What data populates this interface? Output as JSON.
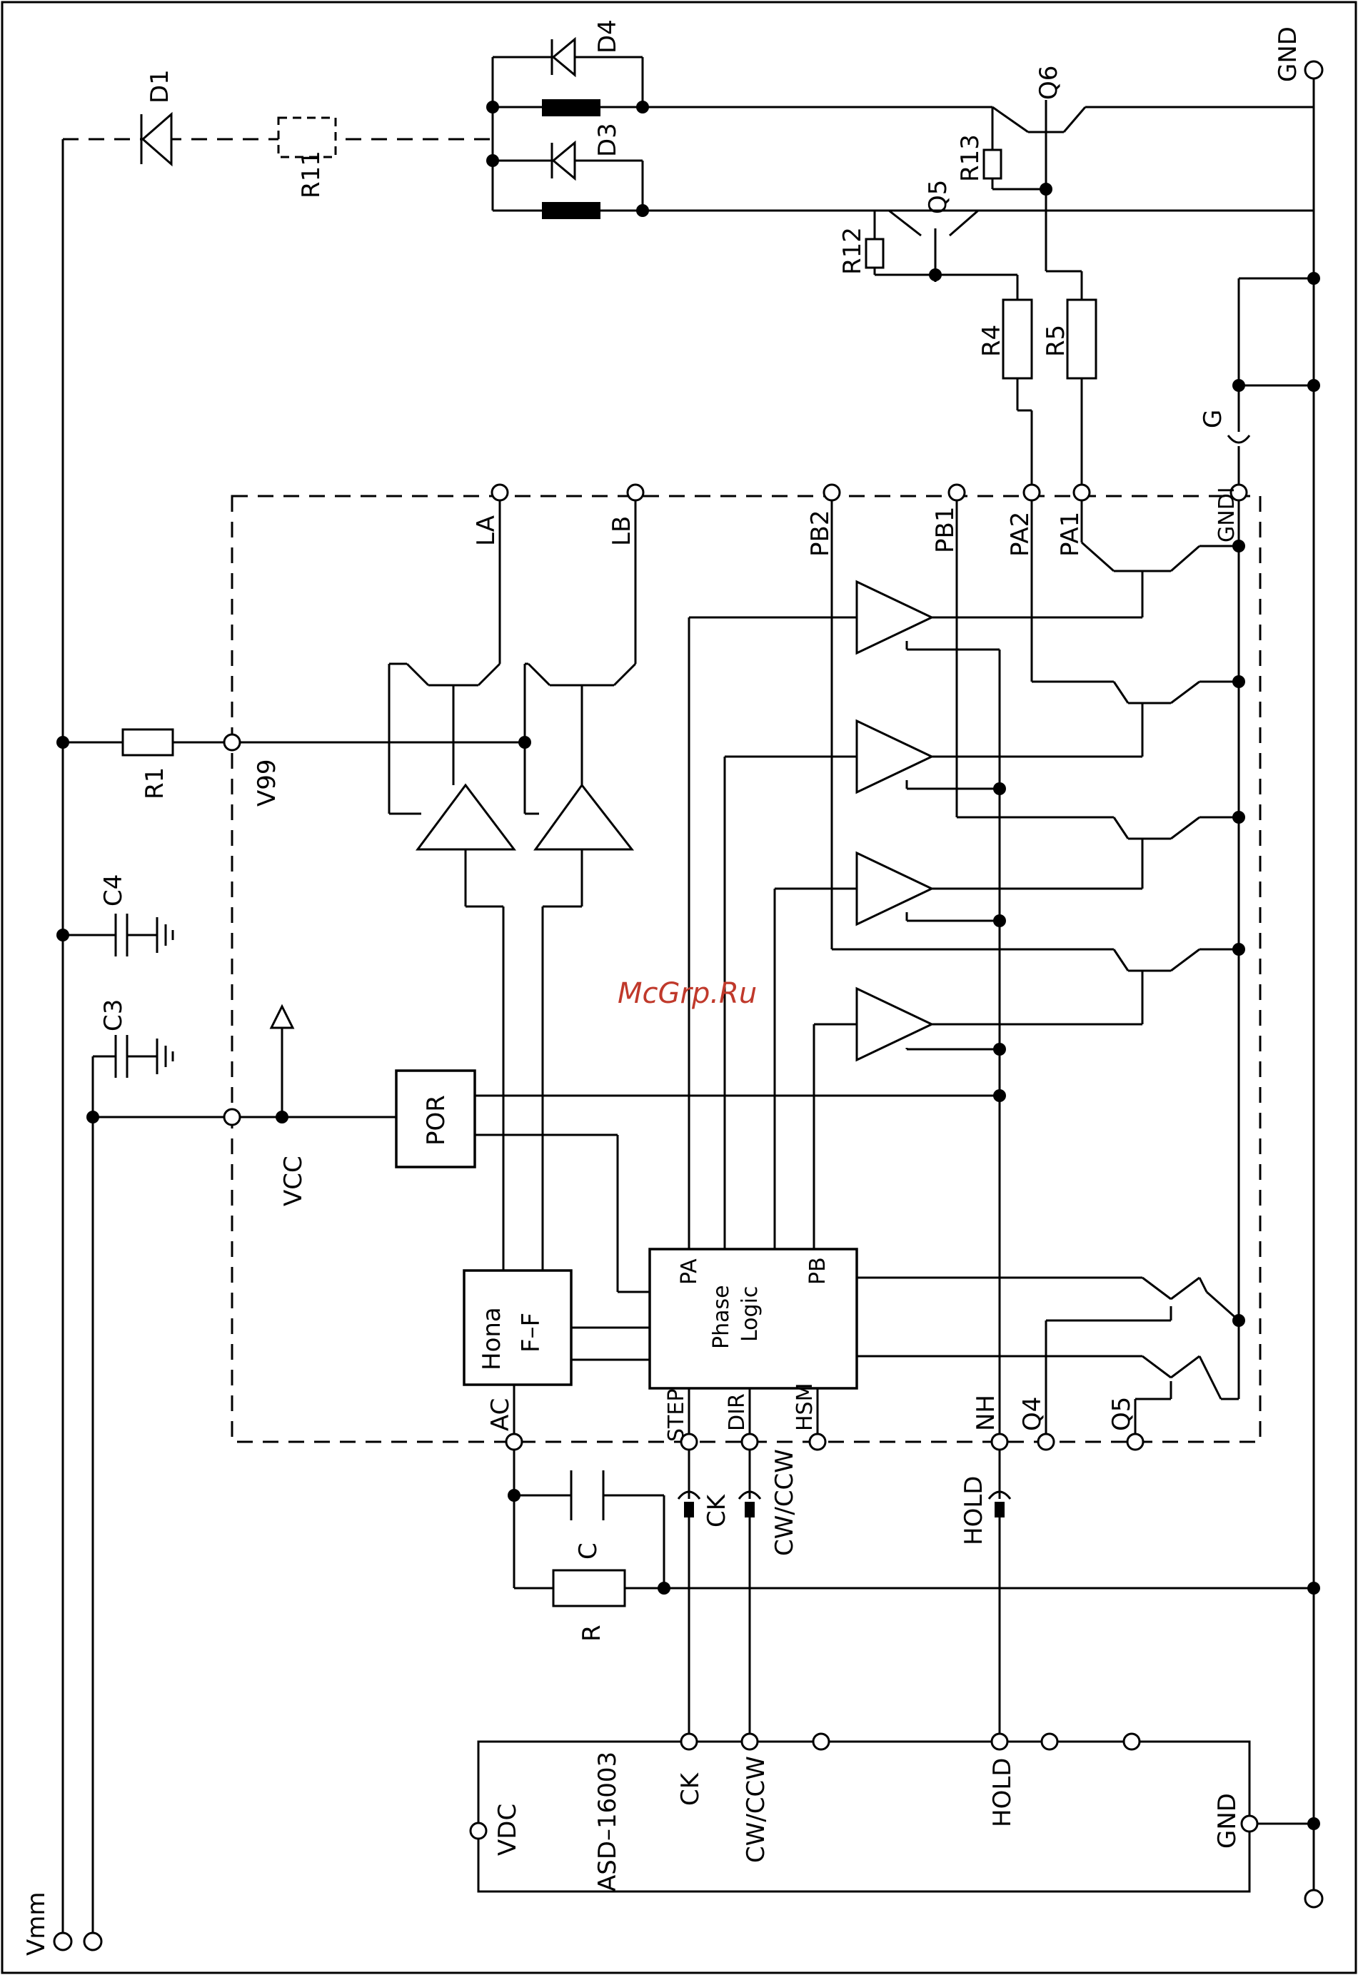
{
  "watermark": "McGrp.Ru",
  "colors": {
    "line": "#000000",
    "watermark": "#c0392b",
    "background": "#ffffff"
  },
  "labels": {
    "gnd_top": "GND",
    "vmm": "Vmm",
    "d1": "D1",
    "d3": "D3",
    "d4": "D4",
    "r11": "R11",
    "q6": "Q6",
    "q5_top": "Q5",
    "r13": "R13",
    "r12": "R12",
    "r4": "R4",
    "r5": "R5",
    "g": "G",
    "c3": "C3",
    "c4": "C4",
    "r1": "R1",
    "v99": "V99",
    "vcc": "VCC",
    "la": "LA",
    "lb": "LB",
    "pb2": "PB2",
    "pb1": "PB1",
    "pa2": "PA2",
    "pa1": "PA1",
    "gndi": "GNDI",
    "por": "POR",
    "hona": "Hona",
    "ff": "F–F",
    "phase": "Phase",
    "logic": "Logic",
    "pa": "PA",
    "pb": "PB",
    "ac": "AC",
    "step": "STEP",
    "dir": "DIR",
    "hsm": "HSM",
    "nh": "NH",
    "q4": "Q4",
    "q5_bot": "Q5",
    "ck_mid": "CK",
    "cwccw_mid": "CW/CCW",
    "hold_mid": "HOLD",
    "c": "C",
    "r": "R",
    "asd": "ASD–16003",
    "ck_low": "CK",
    "cwccw_low": "CW/CCW",
    "hold_low": "HOLD",
    "vdc": "VDC",
    "gnd_low": "GND"
  }
}
